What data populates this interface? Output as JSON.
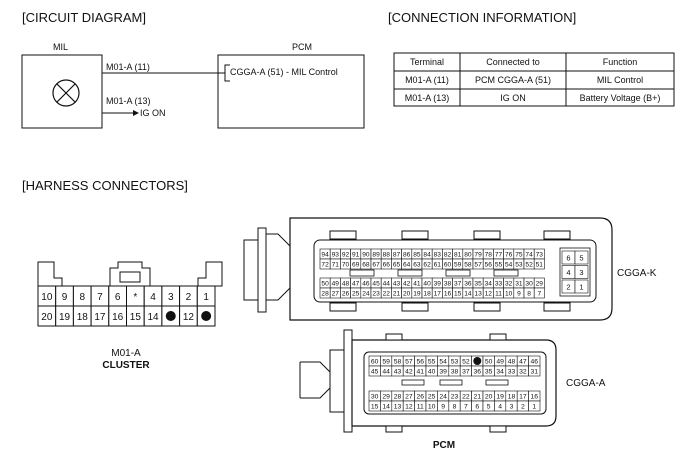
{
  "sections": {
    "circuit_diagram": "[CIRCUIT DIAGRAM]",
    "connection_information": "[CONNECTION INFORMATION]",
    "harness_connectors": "[HARNESS CONNECTORS]"
  },
  "circuit": {
    "mil_label": "MIL",
    "pcm_label": "PCM",
    "wire1_label": "M01-A (11)",
    "wire2_label": "M01-A (13)",
    "pcm_pin_label": "CGGA-A (51) - MIL Control",
    "ign_label": "IG ON"
  },
  "table": {
    "headers": [
      "Terminal",
      "Connected to",
      "Function"
    ],
    "rows": [
      [
        "M01-A (11)",
        "PCM CGGA-A (51)",
        "MIL Control"
      ],
      [
        "M01-A (13)",
        "IG ON",
        "Battery Voltage (B+)"
      ]
    ]
  },
  "m01": {
    "name": "M01-A",
    "sub": "CLUSTER",
    "row1": [
      "10",
      "9",
      "8",
      "7",
      "6",
      "*",
      "4",
      "3",
      "2",
      "1"
    ],
    "row2": [
      "20",
      "19",
      "18",
      "17",
      "16",
      "15",
      "14",
      "●",
      "12",
      "●"
    ]
  },
  "cgga_k": {
    "name": "CGGA-K",
    "row1": [
      "94",
      "93",
      "92",
      "91",
      "90",
      "89",
      "88",
      "87",
      "86",
      "85",
      "84",
      "83",
      "82",
      "81",
      "80",
      "79",
      "78",
      "77",
      "76",
      "75",
      "74",
      "73"
    ],
    "row2": [
      "72",
      "71",
      "70",
      "69",
      "68",
      "67",
      "66",
      "65",
      "64",
      "63",
      "62",
      "61",
      "60",
      "59",
      "58",
      "57",
      "56",
      "55",
      "54",
      "53",
      "52",
      "51"
    ],
    "row3": [
      "50",
      "49",
      "48",
      "47",
      "46",
      "45",
      "44",
      "43",
      "42",
      "41",
      "40",
      "39",
      "38",
      "37",
      "36",
      "35",
      "34",
      "33",
      "32",
      "31",
      "30",
      "29"
    ],
    "row4": [
      "28",
      "27",
      "26",
      "25",
      "24",
      "23",
      "22",
      "21",
      "20",
      "19",
      "18",
      "17",
      "16",
      "15",
      "14",
      "13",
      "12",
      "11",
      "10",
      "9",
      "8",
      "7"
    ],
    "side": [
      "6",
      "5",
      "4",
      "3",
      "2",
      "1"
    ]
  },
  "cgga_a": {
    "name": "CGGA-A",
    "row1": [
      "60",
      "59",
      "58",
      "57",
      "56",
      "55",
      "54",
      "53",
      "52",
      "●",
      "50",
      "49",
      "48",
      "47",
      "46"
    ],
    "row2": [
      "45",
      "44",
      "43",
      "42",
      "41",
      "40",
      "39",
      "38",
      "37",
      "36",
      "35",
      "34",
      "33",
      "32",
      "31"
    ],
    "row3": [
      "30",
      "29",
      "28",
      "27",
      "26",
      "25",
      "24",
      "23",
      "22",
      "21",
      "20",
      "19",
      "18",
      "17",
      "16"
    ],
    "row4": [
      "15",
      "14",
      "13",
      "12",
      "11",
      "10",
      "9",
      "8",
      "7",
      "6",
      "5",
      "4",
      "3",
      "2",
      "1"
    ]
  },
  "pcm_caption": "PCM",
  "colors": {
    "line": "#111111",
    "background": "#ffffff"
  }
}
